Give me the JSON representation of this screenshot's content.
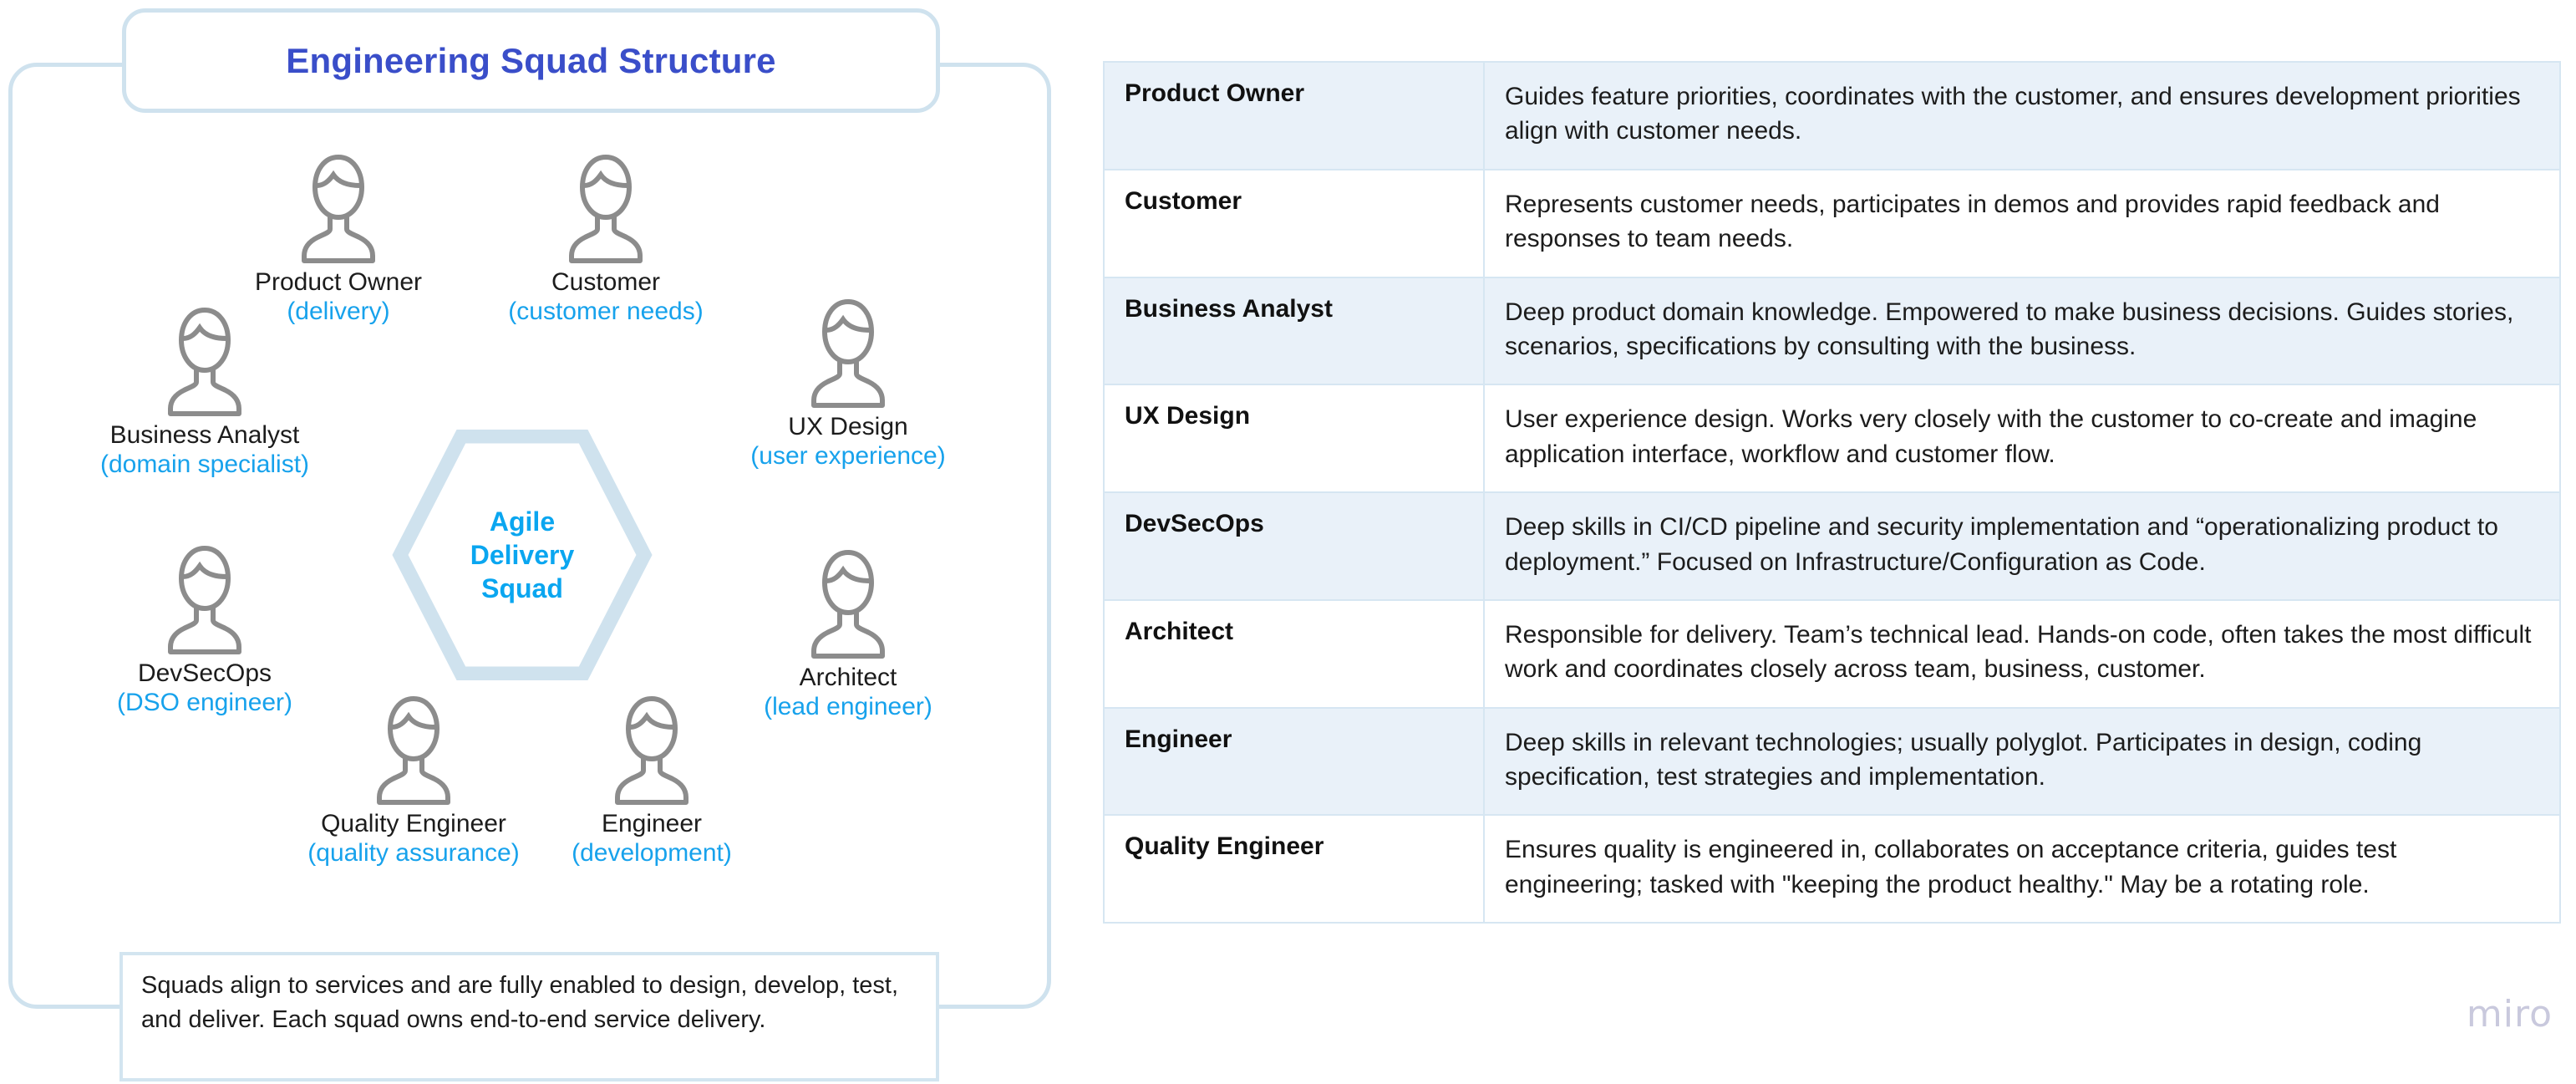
{
  "title_card": {
    "title": "Engineering Squad Structure"
  },
  "center_node": {
    "line1": "Agile",
    "line2": "Delivery",
    "line3": "Squad",
    "shape": "hexagon",
    "text_color": "#0aa6f0",
    "border_color": "#cfe2ee"
  },
  "roles": [
    {
      "name": "Product Owner",
      "sub": "(delivery)"
    },
    {
      "name": "Customer",
      "sub": "(customer needs)"
    },
    {
      "name": "Business Analyst",
      "sub": "(domain specialist)"
    },
    {
      "name": "UX Design",
      "sub": "(user experience)"
    },
    {
      "name": "DevSecOps",
      "sub": "(DSO engineer)"
    },
    {
      "name": "Architect",
      "sub": "(lead engineer)"
    },
    {
      "name": "Quality Engineer",
      "sub": "(quality assurance)"
    },
    {
      "name": "Engineer",
      "sub": "(development)"
    }
  ],
  "note": {
    "text": "Squads align to services and are fully enabled to design, develop, test, and deliver. Each squad owns end-to-end service delivery."
  },
  "table": {
    "rows": [
      {
        "role": "Product Owner",
        "description": "Guides feature priorities, coordinates with the customer, and ensures development priorities align with customer needs."
      },
      {
        "role": "Customer",
        "description": "Represents customer needs, participates in demos and provides rapid feedback and responses to team needs."
      },
      {
        "role": "Business Analyst",
        "description": "Deep product domain knowledge. Empowered to make business decisions. Guides stories, scenarios, specifications by consulting with the business."
      },
      {
        "role": "UX Design",
        "description": "User experience design. Works very closely with the customer to co-create and imagine application interface, workflow and customer flow."
      },
      {
        "role": "DevSecOps",
        "description": "Deep skills in CI/CD pipeline and security implementation and “operationalizing product to deployment.” Focused on Infrastructure/Configuration as Code."
      },
      {
        "role": "Architect",
        "description": "Responsible for delivery. Team’s technical lead. Hands-on code, often takes the most difficult work and coordinates closely across team, business, customer."
      },
      {
        "role": "Engineer",
        "description": "Deep skills in relevant technologies; usually polyglot. Participates in design, coding specification, test strategies and implementation."
      },
      {
        "role": "Quality Engineer",
        "description": "Ensures quality is engineered in, collaborates on acceptance criteria, guides test engineering; tasked with \"keeping the product healthy.\" May be a rotating role."
      }
    ]
  },
  "watermark": {
    "label": "miro"
  },
  "colors": {
    "frame_border": "#cfe2ee",
    "title_text": "#3a4ec9",
    "accent_cyan": "#17a2ec",
    "row_alt_bg": "#e9f1f9",
    "table_border": "#d6e6f2",
    "icon_gray": "#8c8c8c"
  }
}
